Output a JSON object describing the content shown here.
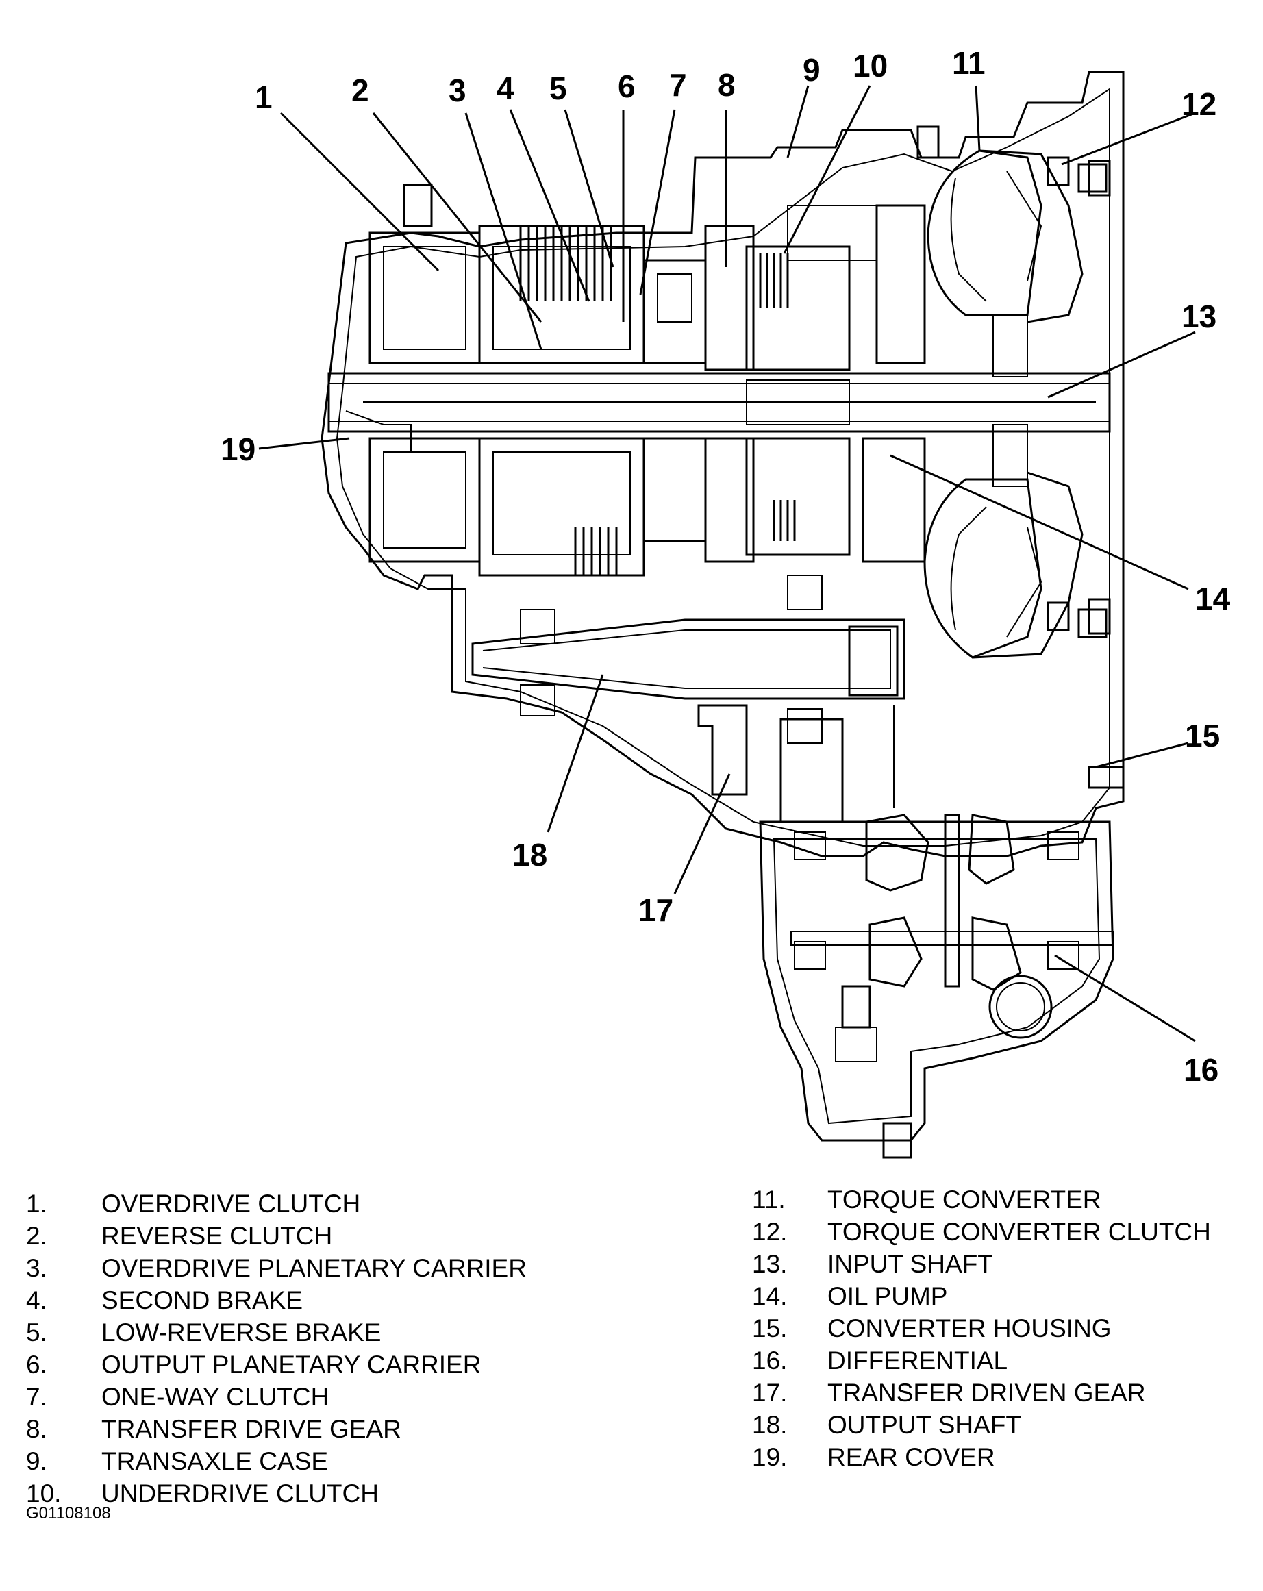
{
  "callouts": [
    "1",
    "2",
    "3",
    "4",
    "5",
    "6",
    "7",
    "8",
    "9",
    "10",
    "11",
    "12",
    "13",
    "14",
    "15",
    "16",
    "17",
    "18",
    "19"
  ],
  "legend_left": [
    {
      "num": "1.",
      "label": "OVERDRIVE CLUTCH"
    },
    {
      "num": "2.",
      "label": "REVERSE CLUTCH"
    },
    {
      "num": "3.",
      "label": "OVERDRIVE PLANETARY CARRIER"
    },
    {
      "num": "4.",
      "label": "SECOND BRAKE"
    },
    {
      "num": "5.",
      "label": "LOW-REVERSE BRAKE"
    },
    {
      "num": "6.",
      "label": "OUTPUT PLANETARY CARRIER"
    },
    {
      "num": "7.",
      "label": "ONE-WAY CLUTCH"
    },
    {
      "num": "8.",
      "label": "TRANSFER DRIVE GEAR"
    },
    {
      "num": "9.",
      "label": "TRANSAXLE CASE"
    },
    {
      "num": "10.",
      "label": "UNDERDRIVE CLUTCH"
    }
  ],
  "legend_right": [
    {
      "num": "11.",
      "label": "TORQUE CONVERTER"
    },
    {
      "num": "12.",
      "label": "TORQUE CONVERTER CLUTCH"
    },
    {
      "num": "13.",
      "label": "INPUT SHAFT"
    },
    {
      "num": "14.",
      "label": "OIL PUMP"
    },
    {
      "num": "15.",
      "label": "CONVERTER HOUSING"
    },
    {
      "num": "16.",
      "label": "DIFFERENTIAL"
    },
    {
      "num": "17.",
      "label": "TRANSFER DRIVEN GEAR"
    },
    {
      "num": "18.",
      "label": "OUTPUT SHAFT"
    },
    {
      "num": "19.",
      "label": "REAR COVER"
    }
  ],
  "figure_code": "G01108108"
}
